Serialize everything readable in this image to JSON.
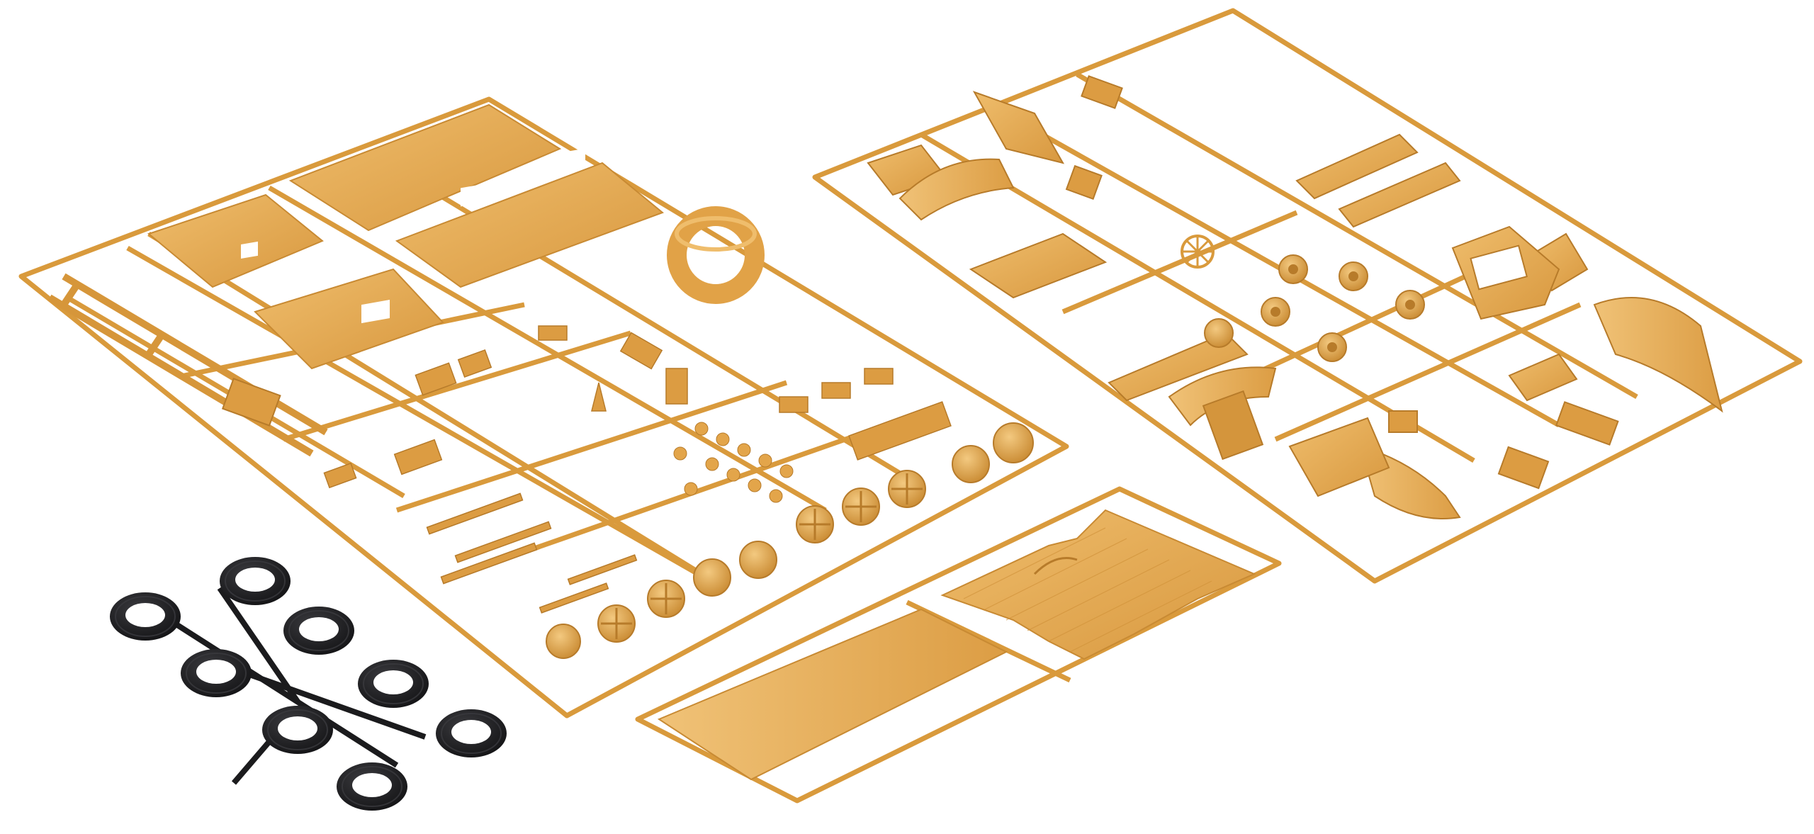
{
  "scene": {
    "background": "#ffffff",
    "colors": {
      "plastic": "#e3a54a",
      "plastic_light": "#efbd6c",
      "plastic_dark": "#b57a28",
      "runner": "#d99a3c",
      "tire": "#1b1b1d",
      "tire_highlight": "#3a3a3e"
    },
    "objects": [
      "sprue-frame-large-left",
      "sprue-frame-right",
      "sprue-frame-bottom-panels",
      "tire-sprue-black"
    ]
  }
}
